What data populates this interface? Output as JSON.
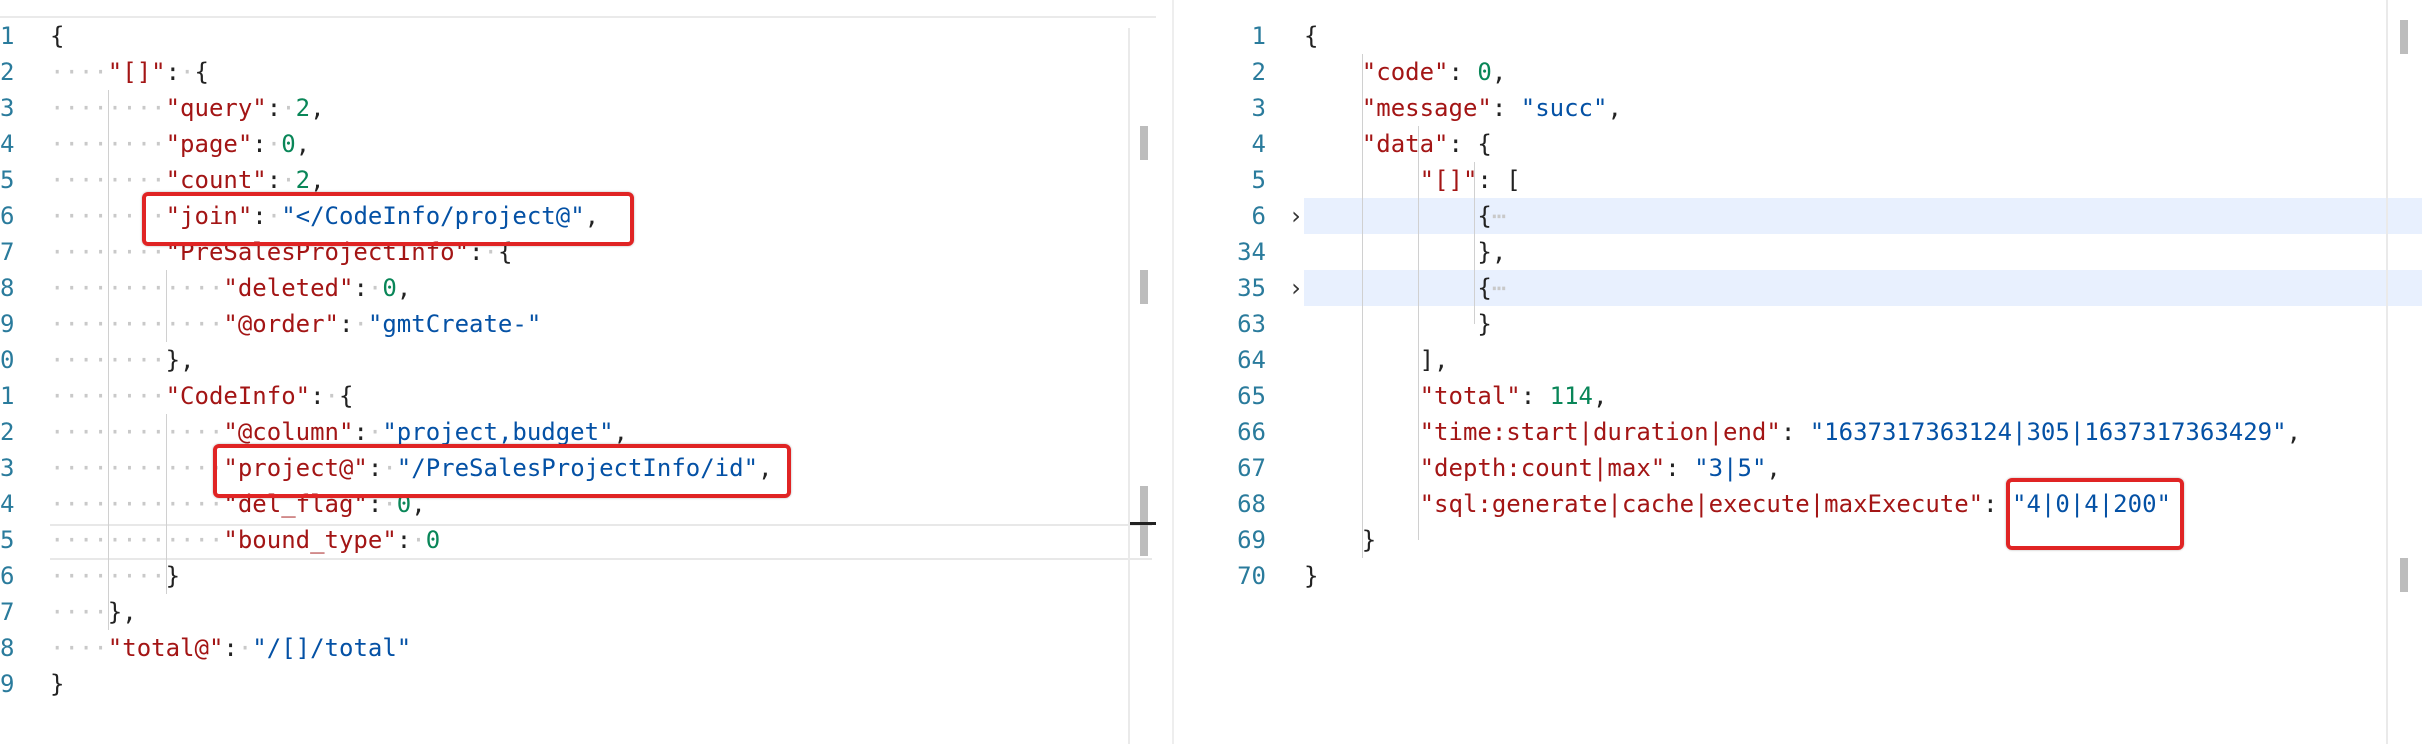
{
  "left_editor": {
    "lines": [
      {
        "n": "1",
        "parts": [
          [
            "p",
            "{"
          ]
        ]
      },
      {
        "n": "2",
        "parts": [
          [
            "ws",
            "····"
          ],
          [
            "k",
            "\"[]\""
          ],
          [
            "p",
            ":"
          ],
          [
            "ws",
            "·"
          ],
          [
            "p",
            "{"
          ]
        ]
      },
      {
        "n": "3",
        "parts": [
          [
            "ws",
            "········"
          ],
          [
            "k",
            "\"query\""
          ],
          [
            "p",
            ":"
          ],
          [
            "ws",
            "·"
          ],
          [
            "n",
            "2"
          ],
          [
            "p",
            ","
          ]
        ]
      },
      {
        "n": "4",
        "parts": [
          [
            "ws",
            "········"
          ],
          [
            "k",
            "\"page\""
          ],
          [
            "p",
            ":"
          ],
          [
            "ws",
            "·"
          ],
          [
            "n",
            "0"
          ],
          [
            "p",
            ","
          ]
        ]
      },
      {
        "n": "5",
        "parts": [
          [
            "ws",
            "········"
          ],
          [
            "k",
            "\"count\""
          ],
          [
            "p",
            ":"
          ],
          [
            "ws",
            "·"
          ],
          [
            "n",
            "2"
          ],
          [
            "p",
            ","
          ]
        ]
      },
      {
        "n": "6",
        "parts": [
          [
            "ws",
            "········"
          ],
          [
            "k",
            "\"join\""
          ],
          [
            "p",
            ":"
          ],
          [
            "ws",
            "·"
          ],
          [
            "s",
            "\"</CodeInfo/project@\""
          ],
          [
            "p",
            ","
          ]
        ]
      },
      {
        "n": "7",
        "parts": [
          [
            "ws",
            "········"
          ],
          [
            "k",
            "\"PreSalesProjectInfo\""
          ],
          [
            "p",
            ":"
          ],
          [
            "ws",
            "·"
          ],
          [
            "p",
            "{"
          ]
        ]
      },
      {
        "n": "8",
        "parts": [
          [
            "ws",
            "············"
          ],
          [
            "k",
            "\"deleted\""
          ],
          [
            "p",
            ":"
          ],
          [
            "ws",
            "·"
          ],
          [
            "n",
            "0"
          ],
          [
            "p",
            ","
          ]
        ]
      },
      {
        "n": "9",
        "parts": [
          [
            "ws",
            "············"
          ],
          [
            "k",
            "\"@order\""
          ],
          [
            "p",
            ":"
          ],
          [
            "ws",
            "·"
          ],
          [
            "s",
            "\"gmtCreate-\""
          ]
        ]
      },
      {
        "n": "0",
        "parts": [
          [
            "ws",
            "········"
          ],
          [
            "p",
            "},"
          ]
        ]
      },
      {
        "n": "1",
        "parts": [
          [
            "ws",
            "········"
          ],
          [
            "k",
            "\"CodeInfo\""
          ],
          [
            "p",
            ":"
          ],
          [
            "ws",
            "·"
          ],
          [
            "p",
            "{"
          ]
        ]
      },
      {
        "n": "2",
        "parts": [
          [
            "ws",
            "············"
          ],
          [
            "k",
            "\"@column\""
          ],
          [
            "p",
            ":"
          ],
          [
            "ws",
            "·"
          ],
          [
            "s",
            "\"project,budget\""
          ],
          [
            "p",
            ","
          ]
        ]
      },
      {
        "n": "3",
        "parts": [
          [
            "ws",
            "············"
          ],
          [
            "k",
            "\"project@\""
          ],
          [
            "p",
            ":"
          ],
          [
            "ws",
            "·"
          ],
          [
            "s",
            "\"/PreSalesProjectInfo/id\""
          ],
          [
            "p",
            ","
          ]
        ]
      },
      {
        "n": "4",
        "parts": [
          [
            "ws",
            "············"
          ],
          [
            "k",
            "\"del_flag\""
          ],
          [
            "p",
            ":"
          ],
          [
            "ws",
            "·"
          ],
          [
            "n",
            "0"
          ],
          [
            "p",
            ","
          ]
        ]
      },
      {
        "n": "5",
        "parts": [
          [
            "ws",
            "············"
          ],
          [
            "k",
            "\"bound_type\""
          ],
          [
            "p",
            ":"
          ],
          [
            "ws",
            "·"
          ],
          [
            "n",
            "0"
          ]
        ]
      },
      {
        "n": "6",
        "parts": [
          [
            "ws",
            "········"
          ],
          [
            "p",
            "}"
          ]
        ]
      },
      {
        "n": "7",
        "parts": [
          [
            "ws",
            "····"
          ],
          [
            "p",
            "},"
          ]
        ]
      },
      {
        "n": "8",
        "parts": [
          [
            "ws",
            "····"
          ],
          [
            "k",
            "\"total@\""
          ],
          [
            "p",
            ":"
          ],
          [
            "ws",
            "·"
          ],
          [
            "s",
            "\"/[]/total\""
          ]
        ]
      },
      {
        "n": "9",
        "parts": [
          [
            "p",
            "}"
          ]
        ]
      }
    ]
  },
  "right_editor": {
    "lines": [
      {
        "n": "1",
        "parts": [
          [
            "p",
            "{"
          ]
        ]
      },
      {
        "n": "2",
        "parts": [
          [
            "p",
            "    "
          ],
          [
            "k",
            "\"code\""
          ],
          [
            "p",
            ": "
          ],
          [
            "n",
            "0"
          ],
          [
            "p",
            ","
          ]
        ]
      },
      {
        "n": "3",
        "parts": [
          [
            "p",
            "    "
          ],
          [
            "k",
            "\"message\""
          ],
          [
            "p",
            ": "
          ],
          [
            "s",
            "\"succ\""
          ],
          [
            "p",
            ","
          ]
        ]
      },
      {
        "n": "4",
        "parts": [
          [
            "p",
            "    "
          ],
          [
            "k",
            "\"data\""
          ],
          [
            "p",
            ": {"
          ]
        ]
      },
      {
        "n": "5",
        "parts": [
          [
            "p",
            "        "
          ],
          [
            "k",
            "\"[]\""
          ],
          [
            "p",
            ": ["
          ]
        ]
      },
      {
        "n": "6",
        "parts": [
          [
            "p",
            "            {"
          ],
          [
            "ws",
            "⋯"
          ]
        ]
      },
      {
        "n": "34",
        "parts": [
          [
            "p",
            "            },"
          ]
        ]
      },
      {
        "n": "35",
        "parts": [
          [
            "p",
            "            {"
          ],
          [
            "ws",
            "⋯"
          ]
        ]
      },
      {
        "n": "63",
        "parts": [
          [
            "p",
            "            }"
          ]
        ]
      },
      {
        "n": "64",
        "parts": [
          [
            "p",
            "        ],"
          ]
        ]
      },
      {
        "n": "65",
        "parts": [
          [
            "p",
            "        "
          ],
          [
            "k",
            "\"total\""
          ],
          [
            "p",
            ": "
          ],
          [
            "n",
            "114"
          ],
          [
            "p",
            ","
          ]
        ]
      },
      {
        "n": "66",
        "parts": [
          [
            "p",
            "        "
          ],
          [
            "k",
            "\"time:start|duration|end\""
          ],
          [
            "p",
            ": "
          ],
          [
            "s",
            "\"1637317363124|305|1637317363429\""
          ],
          [
            "p",
            ","
          ]
        ]
      },
      {
        "n": "67",
        "parts": [
          [
            "p",
            "        "
          ],
          [
            "k",
            "\"depth:count|max\""
          ],
          [
            "p",
            ": "
          ],
          [
            "s",
            "\"3|5\""
          ],
          [
            "p",
            ","
          ]
        ]
      },
      {
        "n": "68",
        "parts": [
          [
            "p",
            "        "
          ],
          [
            "k",
            "\"sql:generate|cache|execute|maxExecute\""
          ],
          [
            "p",
            ": "
          ],
          [
            "s",
            "\"4|0|4|200\""
          ]
        ]
      },
      {
        "n": "69",
        "parts": [
          [
            "p",
            "    }"
          ]
        ]
      },
      {
        "n": "70",
        "parts": [
          [
            "p",
            "}"
          ]
        ]
      }
    ],
    "folded_lines": [
      "6",
      "35"
    ]
  }
}
